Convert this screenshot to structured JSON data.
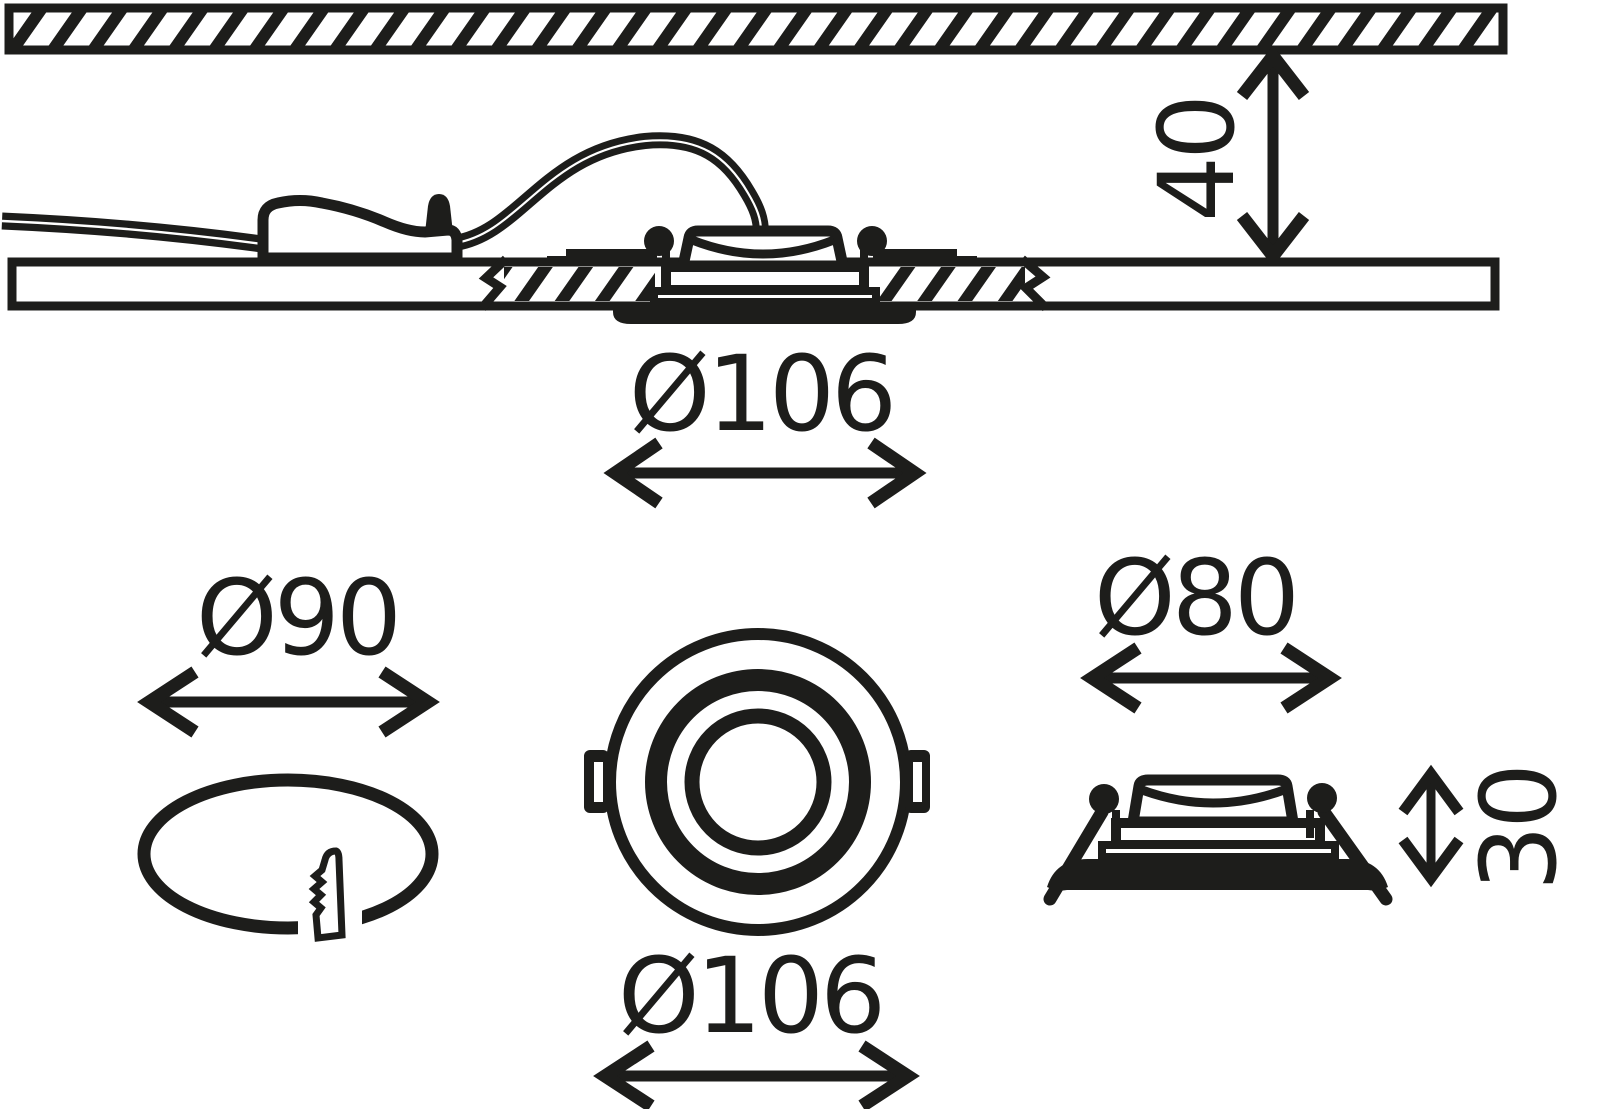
{
  "drawing": {
    "type": "technical-dimension-drawing",
    "subject": "recessed-ceiling-spotlight-installation",
    "colors": {
      "ink": "#1d1d1b",
      "background": "#ffffff"
    },
    "views": {
      "installation_section": {
        "name": "installation cross-section",
        "recess_depth_label": "40",
        "trim_diameter_label": "Ø106"
      },
      "cutout_plan": {
        "name": "ceiling cutout with saw",
        "cutout_diameter_label": "Ø90"
      },
      "front_view": {
        "name": "front view of trim ring",
        "trim_diameter_label": "Ø106"
      },
      "side_view": {
        "name": "side profile with spring clips",
        "body_diameter_label": "Ø80",
        "height_label": "30"
      }
    }
  }
}
